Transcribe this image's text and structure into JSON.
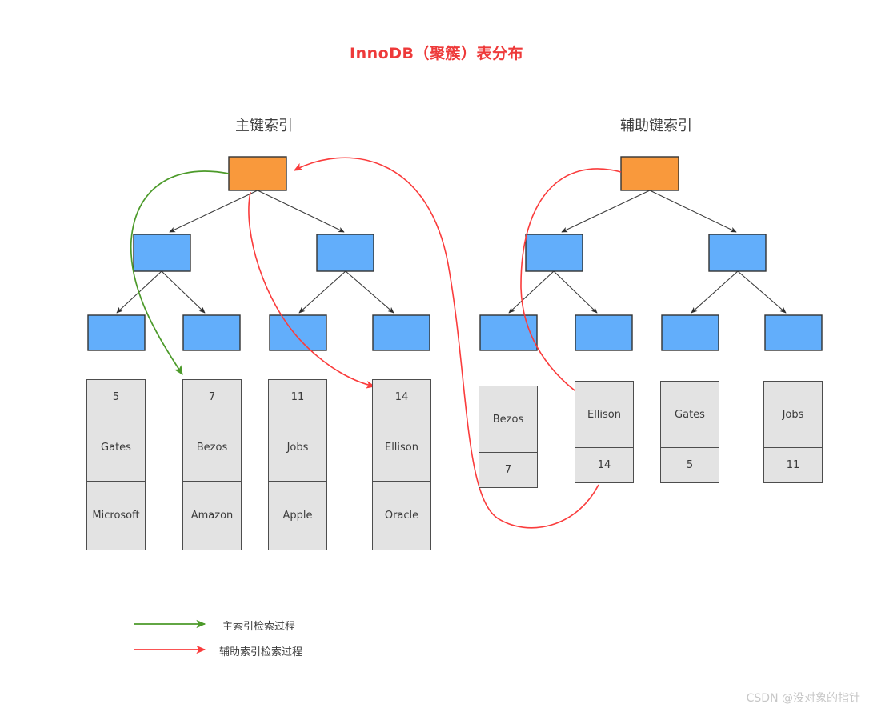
{
  "title": "InnoDB（聚簇）表分布",
  "watermark": "CSDN @没对象的指针",
  "colors": {
    "title": "#ee3a3a",
    "root_node": "#f9993c",
    "inner_node": "#62aefb",
    "record_cell": "#e3e3e3",
    "node_border": "#333333",
    "tree_edge": "#3c3c3c",
    "primary_path": "#4c9a2a",
    "secondary_path": "#fa3c3c",
    "label_text": "#3c3c3c",
    "watermark_text": "#c7c7c7"
  },
  "sections": [
    {
      "id": "primary",
      "label": "主键索引"
    },
    {
      "id": "secondary",
      "label": "辅助键索引"
    }
  ],
  "primary_index": {
    "label": "主键索引",
    "root": {
      "name": "root-node",
      "text": ""
    },
    "level2": [
      {
        "text": ""
      },
      {
        "text": ""
      }
    ],
    "level3": [
      {
        "text": ""
      },
      {
        "text": ""
      },
      {
        "text": ""
      },
      {
        "text": ""
      }
    ],
    "records": [
      {
        "id": "5",
        "name": "Gates",
        "company": "Microsoft"
      },
      {
        "id": "7",
        "name": "Bezos",
        "company": "Amazon"
      },
      {
        "id": "11",
        "name": "Jobs",
        "company": "Apple"
      },
      {
        "id": "14",
        "name": "Ellison",
        "company": "Oracle"
      }
    ]
  },
  "secondary_index": {
    "label": "辅助键索引",
    "root": {
      "name": "root-node",
      "text": ""
    },
    "level2": [
      {
        "text": ""
      },
      {
        "text": ""
      }
    ],
    "level3": [
      {
        "text": ""
      },
      {
        "text": ""
      },
      {
        "text": ""
      },
      {
        "text": ""
      }
    ],
    "records": [
      {
        "name": "Bezos",
        "id": "7"
      },
      {
        "name": "Ellison",
        "id": "14"
      },
      {
        "name": "Gates",
        "id": "5"
      },
      {
        "name": "Jobs",
        "id": "11"
      }
    ]
  },
  "legend": [
    {
      "color": "#4c9a2a",
      "label": "主索引检索过程"
    },
    {
      "color": "#fa3c3c",
      "label": "辅助索引检索过程"
    }
  ]
}
